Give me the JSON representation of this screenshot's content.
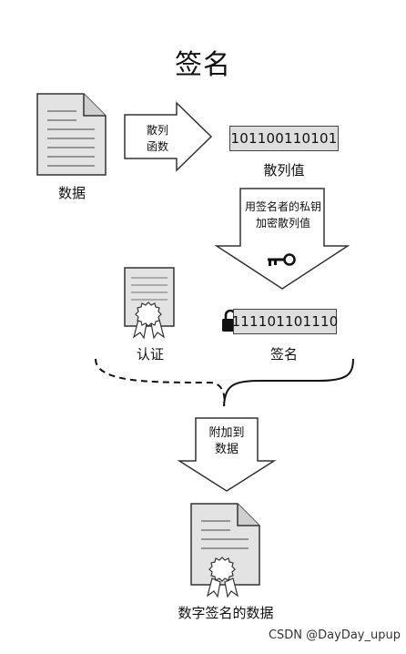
{
  "title": "签名",
  "data_label": "数据",
  "hash_function_label": [
    "散列",
    "函数"
  ],
  "hash_value": "101100110101",
  "hash_value_label": "散列值",
  "encrypt_label": [
    "用签名者的私钥",
    "加密散列值"
  ],
  "signature_value": "111101101110",
  "signature_label": "签名",
  "certificate_label": "认证",
  "attach_label": [
    "附加到",
    "数据"
  ],
  "signed_data_label": "数字签名的数据",
  "watermark": "CSDN @DayDay_upup",
  "icons": [
    "document-icon",
    "key-icon",
    "lock-icon",
    "certificate-icon",
    "seal-icon"
  ]
}
